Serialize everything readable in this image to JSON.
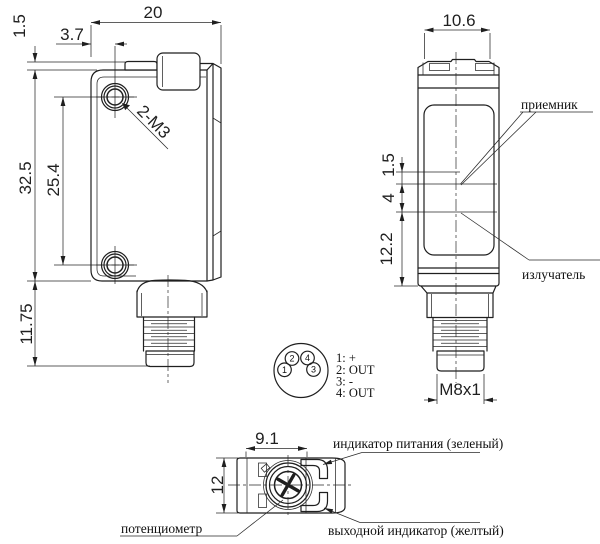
{
  "drawing": {
    "front": {
      "dims": {
        "width": "20",
        "hole_offset": "3.7",
        "top_ledge": "1.5",
        "height": "32.5",
        "hole_spacing": "25.4",
        "connector_length": "11.75"
      },
      "holes_label": "2-M3"
    },
    "side": {
      "dims": {
        "width": "10.6",
        "receiver_offset": "1.5",
        "optics_gap": "4",
        "emitter_offset": "12.2"
      },
      "thread_label": "M8x1",
      "receiver_label": "приемник",
      "emitter_label": "излучатель"
    },
    "pinout": {
      "pins": [
        "1",
        "2",
        "3",
        "4"
      ],
      "legend": [
        "1: +",
        "2: OUT",
        "3: -",
        "4: OUT"
      ]
    },
    "top": {
      "dims": {
        "width": "9.1",
        "depth": "12"
      },
      "potentiometer_label": "потенциометр",
      "power_indicator_label": "индикатор питания (зеленый)",
      "output_indicator_label": "выходной индикатор (желтый)"
    },
    "colors": {
      "line": "#1f1f1f",
      "background": "#ffffff"
    }
  }
}
